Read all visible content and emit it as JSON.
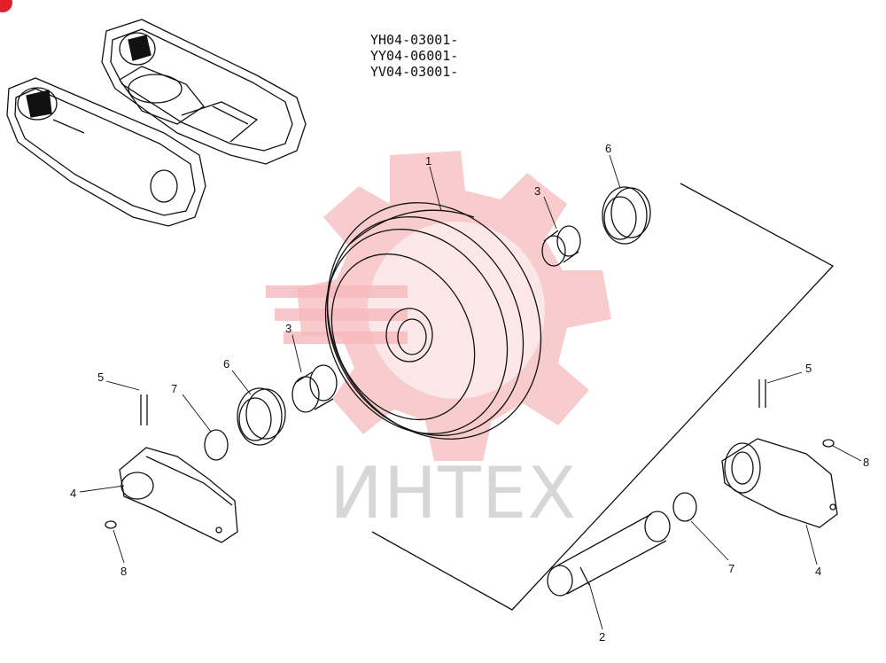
{
  "codes": [
    "YH04-03001-",
    "YY04-06001-",
    "YV04-03001-"
  ],
  "watermark": "ИНТЕХ",
  "colors": {
    "line": "#111111",
    "watermark_red": "#f6b9bc",
    "watermark_text": "#d7d7d7",
    "corner_badge": "#e2202b"
  },
  "part_labels": {
    "idler_wheel": "1",
    "shaft": "2",
    "bushing_right": "3",
    "bushing_left": "3",
    "bracket_left": "4",
    "bracket_right": "4",
    "pin_left": "5",
    "pin_right": "5",
    "seal_right": "6",
    "seal_left": "6",
    "oring_left": "7",
    "oring_right": "7",
    "plug_left": "8",
    "plug_right": "8"
  }
}
